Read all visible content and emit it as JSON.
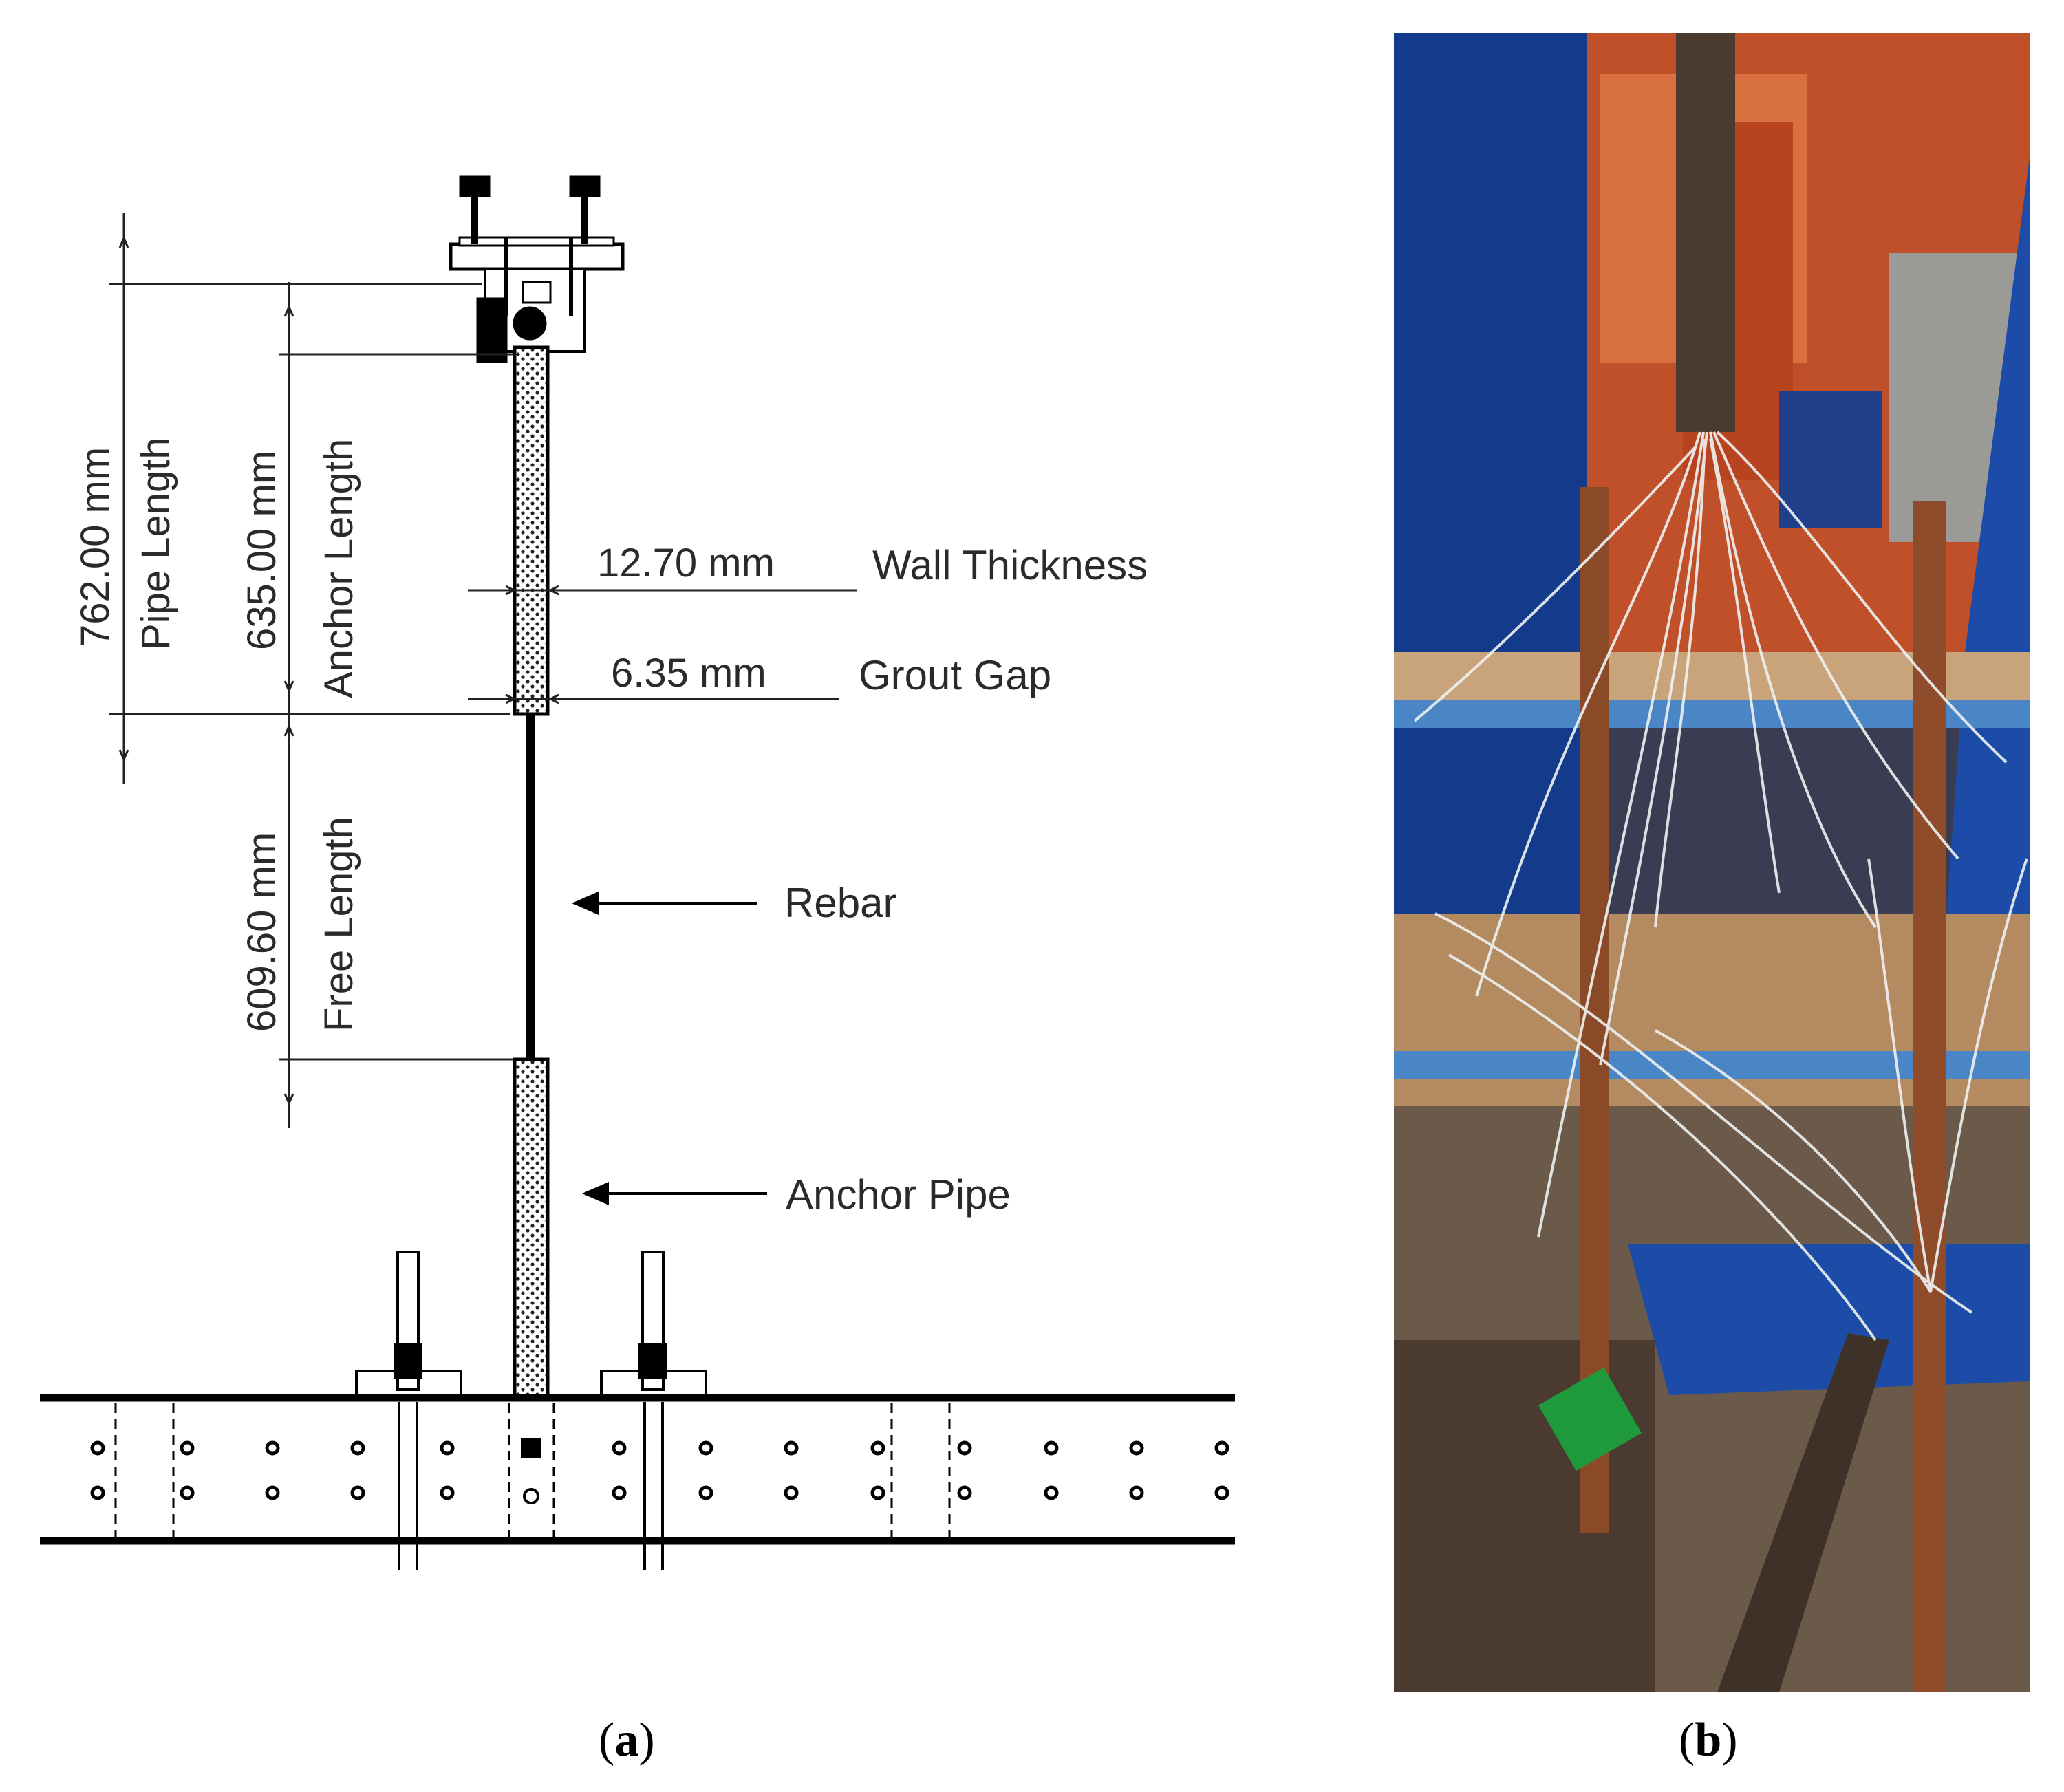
{
  "panel_a": {
    "dimensions": {
      "pipe_length_value": "762.00 mm",
      "pipe_length_label": "Pipe Length",
      "anchor_length_value": "635.00 mm",
      "anchor_length_label": "Anchor Length",
      "free_length_value": "609.60 mm",
      "free_length_label": "Free Length",
      "wall_thickness_value": "12.70 mm",
      "wall_thickness_label": "Wall Thickness",
      "grout_gap_value": "6.35 mm",
      "grout_gap_label": "Grout Gap"
    },
    "callouts": {
      "rebar": "Rebar",
      "anchor_pipe": "Anchor Pipe"
    }
  },
  "captions": {
    "a_open": "(",
    "a_letter": "a",
    "a_close": ")",
    "b_open": "(",
    "b_letter": "b",
    "b_close": ")"
  }
}
